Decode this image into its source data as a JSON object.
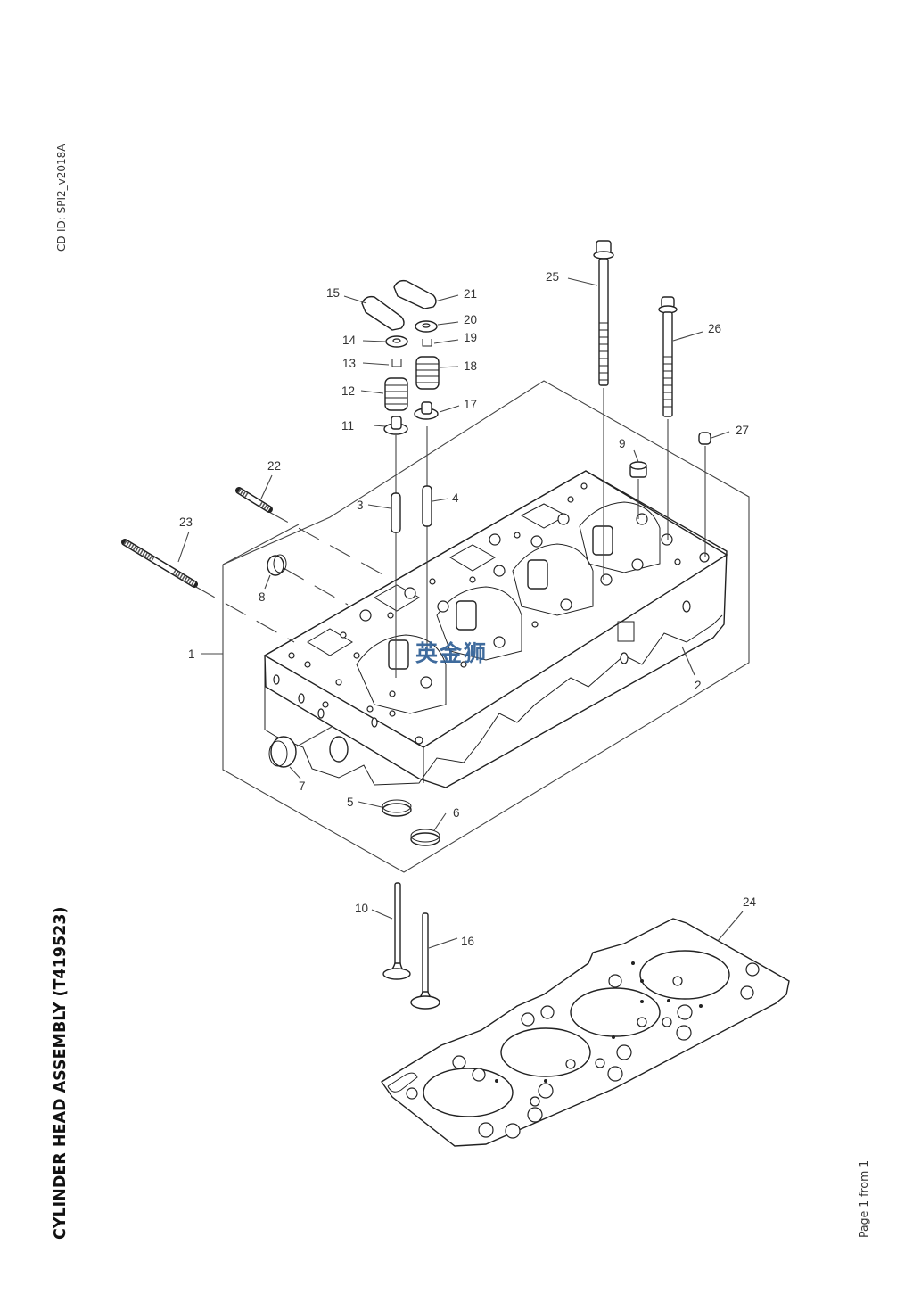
{
  "document": {
    "cd_id": "CD-ID: SPI2_v2018A",
    "title": "CYLINDER HEAD ASSEMBLY (T419523)",
    "page_indicator": "Page 1 from 1",
    "watermark": "英金狮"
  },
  "diagram": {
    "type": "exploded-parts-diagram",
    "callouts": [
      {
        "id": "1",
        "label": "1",
        "part": "cylinder-head"
      },
      {
        "id": "2",
        "label": "2",
        "part": "cylinder-head-casting-edge"
      },
      {
        "id": "3",
        "label": "3",
        "part": "valve-guide"
      },
      {
        "id": "4",
        "label": "4",
        "part": "valve-guide"
      },
      {
        "id": "5",
        "label": "5",
        "part": "valve-seat-insert"
      },
      {
        "id": "6",
        "label": "6",
        "part": "valve-seat-insert"
      },
      {
        "id": "7",
        "label": "7",
        "part": "core-plug-large"
      },
      {
        "id": "8",
        "label": "8",
        "part": "core-plug"
      },
      {
        "id": "9",
        "label": "9",
        "part": "core-plug-top"
      },
      {
        "id": "10",
        "label": "10",
        "part": "valve"
      },
      {
        "id": "11",
        "label": "11",
        "part": "valve-stem-seal"
      },
      {
        "id": "12",
        "label": "12",
        "part": "valve-spring"
      },
      {
        "id": "13",
        "label": "13",
        "part": "collet"
      },
      {
        "id": "14",
        "label": "14",
        "part": "spring-cap"
      },
      {
        "id": "15",
        "label": "15",
        "part": "valve-bridge"
      },
      {
        "id": "16",
        "label": "16",
        "part": "valve"
      },
      {
        "id": "17",
        "label": "17",
        "part": "valve-stem-seal"
      },
      {
        "id": "18",
        "label": "18",
        "part": "valve-spring"
      },
      {
        "id": "19",
        "label": "19",
        "part": "collet"
      },
      {
        "id": "20",
        "label": "20",
        "part": "spring-cap"
      },
      {
        "id": "21",
        "label": "21",
        "part": "valve-bridge"
      },
      {
        "id": "22",
        "label": "22",
        "part": "stud-short"
      },
      {
        "id": "23",
        "label": "23",
        "part": "stud-long"
      },
      {
        "id": "24",
        "label": "24",
        "part": "head-gasket"
      },
      {
        "id": "25",
        "label": "25",
        "part": "head-bolt-long"
      },
      {
        "id": "26",
        "label": "26",
        "part": "head-bolt"
      },
      {
        "id": "27",
        "label": "27",
        "part": "dowel"
      }
    ]
  }
}
